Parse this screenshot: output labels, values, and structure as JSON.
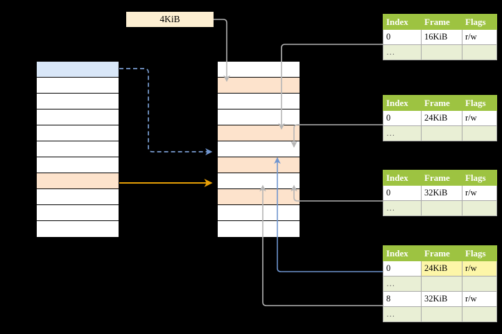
{
  "diagram": {
    "title_box": {
      "label": "4KiB"
    },
    "left_table": {
      "name": "source-memory-table",
      "rows": 11,
      "highlights": {
        "1": "blue",
        "8": "peach"
      }
    },
    "middle_table": {
      "name": "target-memory-table",
      "rows": 11,
      "highlights": {
        "2": "peach",
        "5": "peach",
        "7": "peach",
        "9": "peach"
      }
    },
    "page_tables": [
      {
        "name": "page-table-1",
        "headers": [
          "Index",
          "Frame",
          "Flags"
        ],
        "rows": [
          {
            "cells": [
              "0",
              "16KiB",
              "r/w"
            ],
            "dots": false,
            "highlight": []
          },
          {
            "cells": [
              "…",
              "",
              ""
            ],
            "dots": true,
            "highlight": []
          }
        ]
      },
      {
        "name": "page-table-2",
        "headers": [
          "Index",
          "Frame",
          "Flags"
        ],
        "rows": [
          {
            "cells": [
              "0",
              "24KiB",
              "r/w"
            ],
            "dots": false,
            "highlight": []
          },
          {
            "cells": [
              "…",
              "",
              ""
            ],
            "dots": true,
            "highlight": []
          }
        ]
      },
      {
        "name": "page-table-3",
        "headers": [
          "Index",
          "Frame",
          "Flags"
        ],
        "rows": [
          {
            "cells": [
              "0",
              "32KiB",
              "r/w"
            ],
            "dots": false,
            "highlight": []
          },
          {
            "cells": [
              "…",
              "",
              ""
            ],
            "dots": true,
            "highlight": []
          }
        ]
      },
      {
        "name": "page-table-4",
        "headers": [
          "Index",
          "Frame",
          "Flags"
        ],
        "rows": [
          {
            "cells": [
              "0",
              "24KiB",
              "r/w"
            ],
            "dots": false,
            "highlight": [
              1,
              2
            ]
          },
          {
            "cells": [
              "…",
              "",
              ""
            ],
            "dots": true,
            "highlight": []
          },
          {
            "cells": [
              "8",
              "32KiB",
              "r/w"
            ],
            "dots": false,
            "highlight": []
          },
          {
            "cells": [
              "…",
              "",
              ""
            ],
            "dots": true,
            "highlight": []
          }
        ]
      }
    ],
    "colors": {
      "header_green": "#9dc341",
      "dots_row": "#e9efd5",
      "highlight_yellow": "#fdf6a8",
      "peach_row": "#fde3cc",
      "blue_row": "#d9e7f8",
      "label_box": "#fdefd2",
      "orange_arrow": "#e8a006",
      "blue_arrow": "#7b9fd4",
      "gray_arrow": "#b5b5b5",
      "background": "#000000"
    },
    "connectors": [
      {
        "name": "dashed-blue-left-to-middle",
        "style": "dashed",
        "color": "#7b9fd4"
      },
      {
        "name": "solid-orange-left-to-middle",
        "style": "solid",
        "color": "#e8a006"
      },
      {
        "name": "label-to-middle-row2",
        "style": "solid",
        "color": "#b5b5b5"
      },
      {
        "name": "pt1-to-middle-row5",
        "style": "solid",
        "color": "#b5b5b5"
      },
      {
        "name": "pt2-to-middle-row7",
        "style": "solid",
        "color": "#b5b5b5"
      },
      {
        "name": "pt3-to-middle-row9",
        "style": "solid",
        "color": "#b5b5b5"
      },
      {
        "name": "pt4-to-middle-row9",
        "style": "solid",
        "color": "#b5b5b5"
      },
      {
        "name": "pt4-row1-to-middle-row7",
        "style": "solid",
        "color": "#7b9fd4"
      }
    ]
  }
}
